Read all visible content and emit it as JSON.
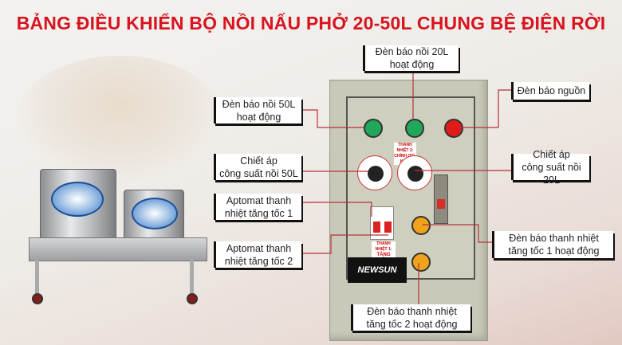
{
  "title": "BẢNG ĐIỀU KHIỂN BỘ NỒI NẤU PHỞ 20-50L CHUNG BỆ ĐIỆN RỜI",
  "callouts": {
    "lamp_20l": [
      "Đèn báo nồi 20L",
      "hoạt động"
    ],
    "power_lamp": [
      "Đèn báo nguồn"
    ],
    "lamp_50l": [
      "Đèn báo nồi 50L",
      "hoạt động"
    ],
    "pot_50l": [
      "Chiết áp",
      "công suất nồi 50L"
    ],
    "pot_20l": [
      "Chiết áp",
      "công suất nồi 20L"
    ],
    "breaker_1": [
      "Aptomat thanh",
      "nhiệt tăng tốc 1"
    ],
    "breaker_2": [
      "Aptomat thanh",
      "nhiệt tăng tốc 2"
    ],
    "boost_lamp_1": [
      "Đèn báo thanh nhiệt",
      "tăng tốc 1 hoạt động"
    ],
    "boost_lamp_2": [
      "Đèn báo thanh nhiệt",
      "tăng tốc 2 hoạt động"
    ]
  },
  "panel": {
    "tag_top": [
      "THANH NHIỆT 2:",
      "CHÍNH (TO-NHỎ)"
    ],
    "tag_bottom": [
      "THANH NHIỆT 1:",
      "TĂNG TỐC"
    ],
    "brand": "NEWSUN"
  },
  "colors": {
    "accent": "#d7141f",
    "line": "#b5323a",
    "lamp_green": "#1fa85a",
    "lamp_red": "#e01b1b",
    "lamp_amber": "#f0a21a"
  }
}
